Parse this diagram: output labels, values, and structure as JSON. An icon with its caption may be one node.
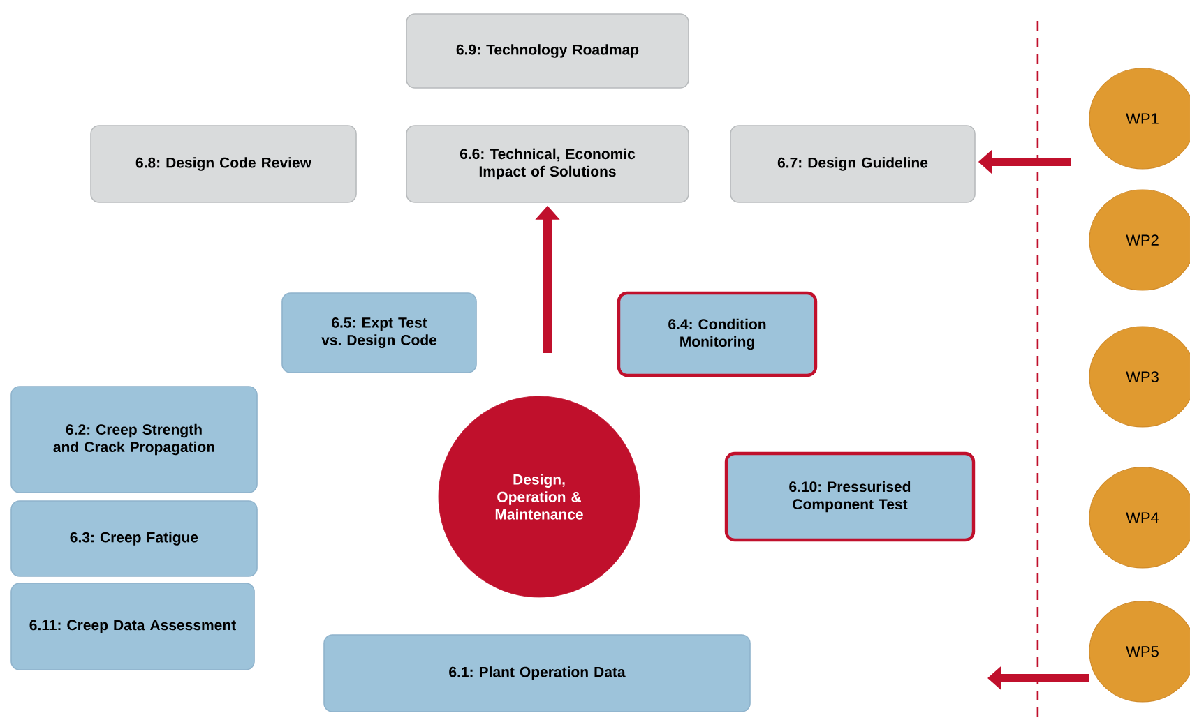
{
  "diagram": {
    "nodes": [
      {
        "text": [
          "6.9: Technology Roadmap"
        ]
      },
      {
        "text": [
          "6.8: Design Code Review"
        ]
      },
      {
        "text": [
          "6.6: Technical, Economic Impact of Solutions"
        ]
      },
      {
        "text": [
          "6.7: Design Guideline"
        ]
      },
      {
        "text": [
          "6.5: Expt Test vs. Design Code"
        ]
      },
      {
        "text": [
          "6.4: Condition Monitoring"
        ]
      },
      {
        "text": [
          "6.2: Creep Strength and Crack Propagation"
        ]
      },
      {
        "text": [
          "6.3: Creep Fatigue"
        ]
      },
      {
        "text": [
          "6.11: Creep Data Assessment"
        ]
      },
      {
        "text": [
          "Design, Operation & Maintenance"
        ]
      },
      {
        "text": [
          "6.10: Pressurised Component Test"
        ]
      },
      {
        "text": [
          "6.1: Plant Operation Data"
        ]
      },
      {
        "text": [
          "WP1"
        ]
      },
      {
        "text": [
          "WP2"
        ]
      },
      {
        "text": [
          "WP3"
        ]
      },
      {
        "text": [
          "WP4"
        ]
      },
      {
        "text": [
          "WP5"
        ]
      }
    ],
    "edges": [
      {
        "from": null,
        "to": 2,
        "arrow": "to"
      },
      {
        "from": null,
        "to": 3,
        "arrow": "to"
      },
      {
        "from": 16,
        "to": null,
        "arrow": "to"
      }
    ]
  }
}
